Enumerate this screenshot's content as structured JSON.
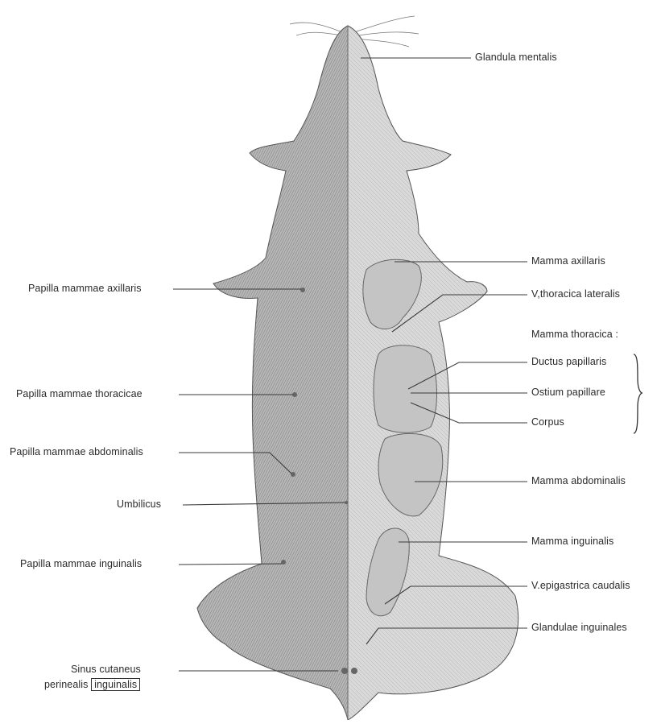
{
  "figure": {
    "labels_right": {
      "glandula_mentalis": "Glandula mentalis",
      "mamma_axillaris": "Mamma axillaris",
      "v_thoracica_lateralis": "V,thoracica lateralis",
      "mamma_thoracica": "Mamma thoracica :",
      "ductus_papillaris": "Ductus papillaris",
      "ostium_papillare": "Ostium papillare",
      "corpus": "Corpus",
      "mamma_abdominalis": "Mamma abdominalis",
      "mamma_inguinalis": "Mamma inguinalis",
      "v_epigastrica_caudalis": "V.epigastrica caudalis",
      "glandulae_inguinales": "Glandulae inguinales"
    },
    "labels_left": {
      "papilla_axillaris": "Papilla mammae axillaris",
      "papilla_thoracicae": "Papilla mammae thoracicae",
      "papilla_abdominalis": "Papilla mammae abdominalis",
      "umbilicus": "Umbilicus",
      "papilla_inguinalis": "Papilla mammae inguinalis",
      "sinus_line1": "Sinus cutaneus",
      "sinus_line2_prefix": "perinealis",
      "sinus_line2_boxed": "inguinalis"
    },
    "colors": {
      "line": "#3a3a3a",
      "fur": "#8f8f8f",
      "dissected": "#cfcfcf",
      "gland": "#bdbdbd"
    }
  }
}
